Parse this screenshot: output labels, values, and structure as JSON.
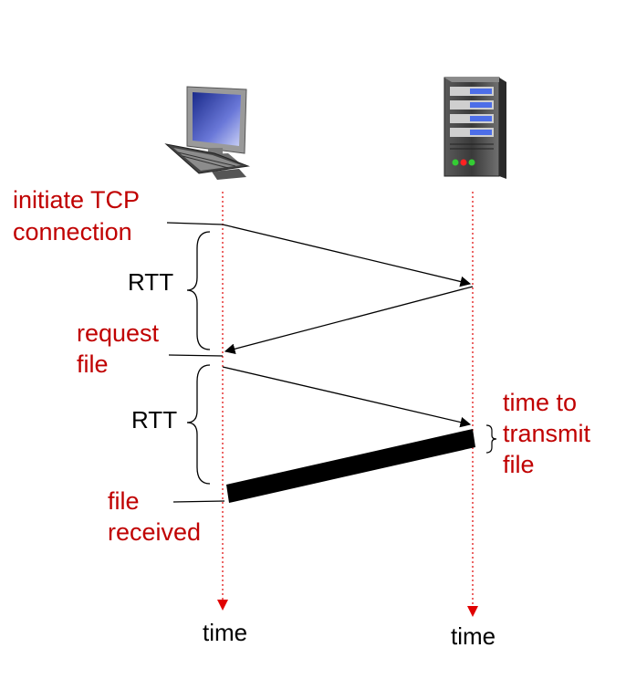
{
  "client": {
    "icon": "desktop-computer-icon",
    "labels": {
      "initiate_line1": "initiate TCP",
      "initiate_line2": "connection",
      "request_line1": "request",
      "request_line2": "file",
      "received_line1": "file",
      "received_line2": "received"
    },
    "time_label": "time"
  },
  "server": {
    "icon": "server-tower-icon",
    "labels": {
      "transmit_line1": "time to",
      "transmit_line2": "transmit",
      "transmit_line3": "file"
    },
    "time_label": "time"
  },
  "rtt": {
    "first": "RTT",
    "second": "RTT"
  },
  "colors": {
    "label_red": "#c00000",
    "timeline_red": "#e00000",
    "arrow": "#000000"
  }
}
